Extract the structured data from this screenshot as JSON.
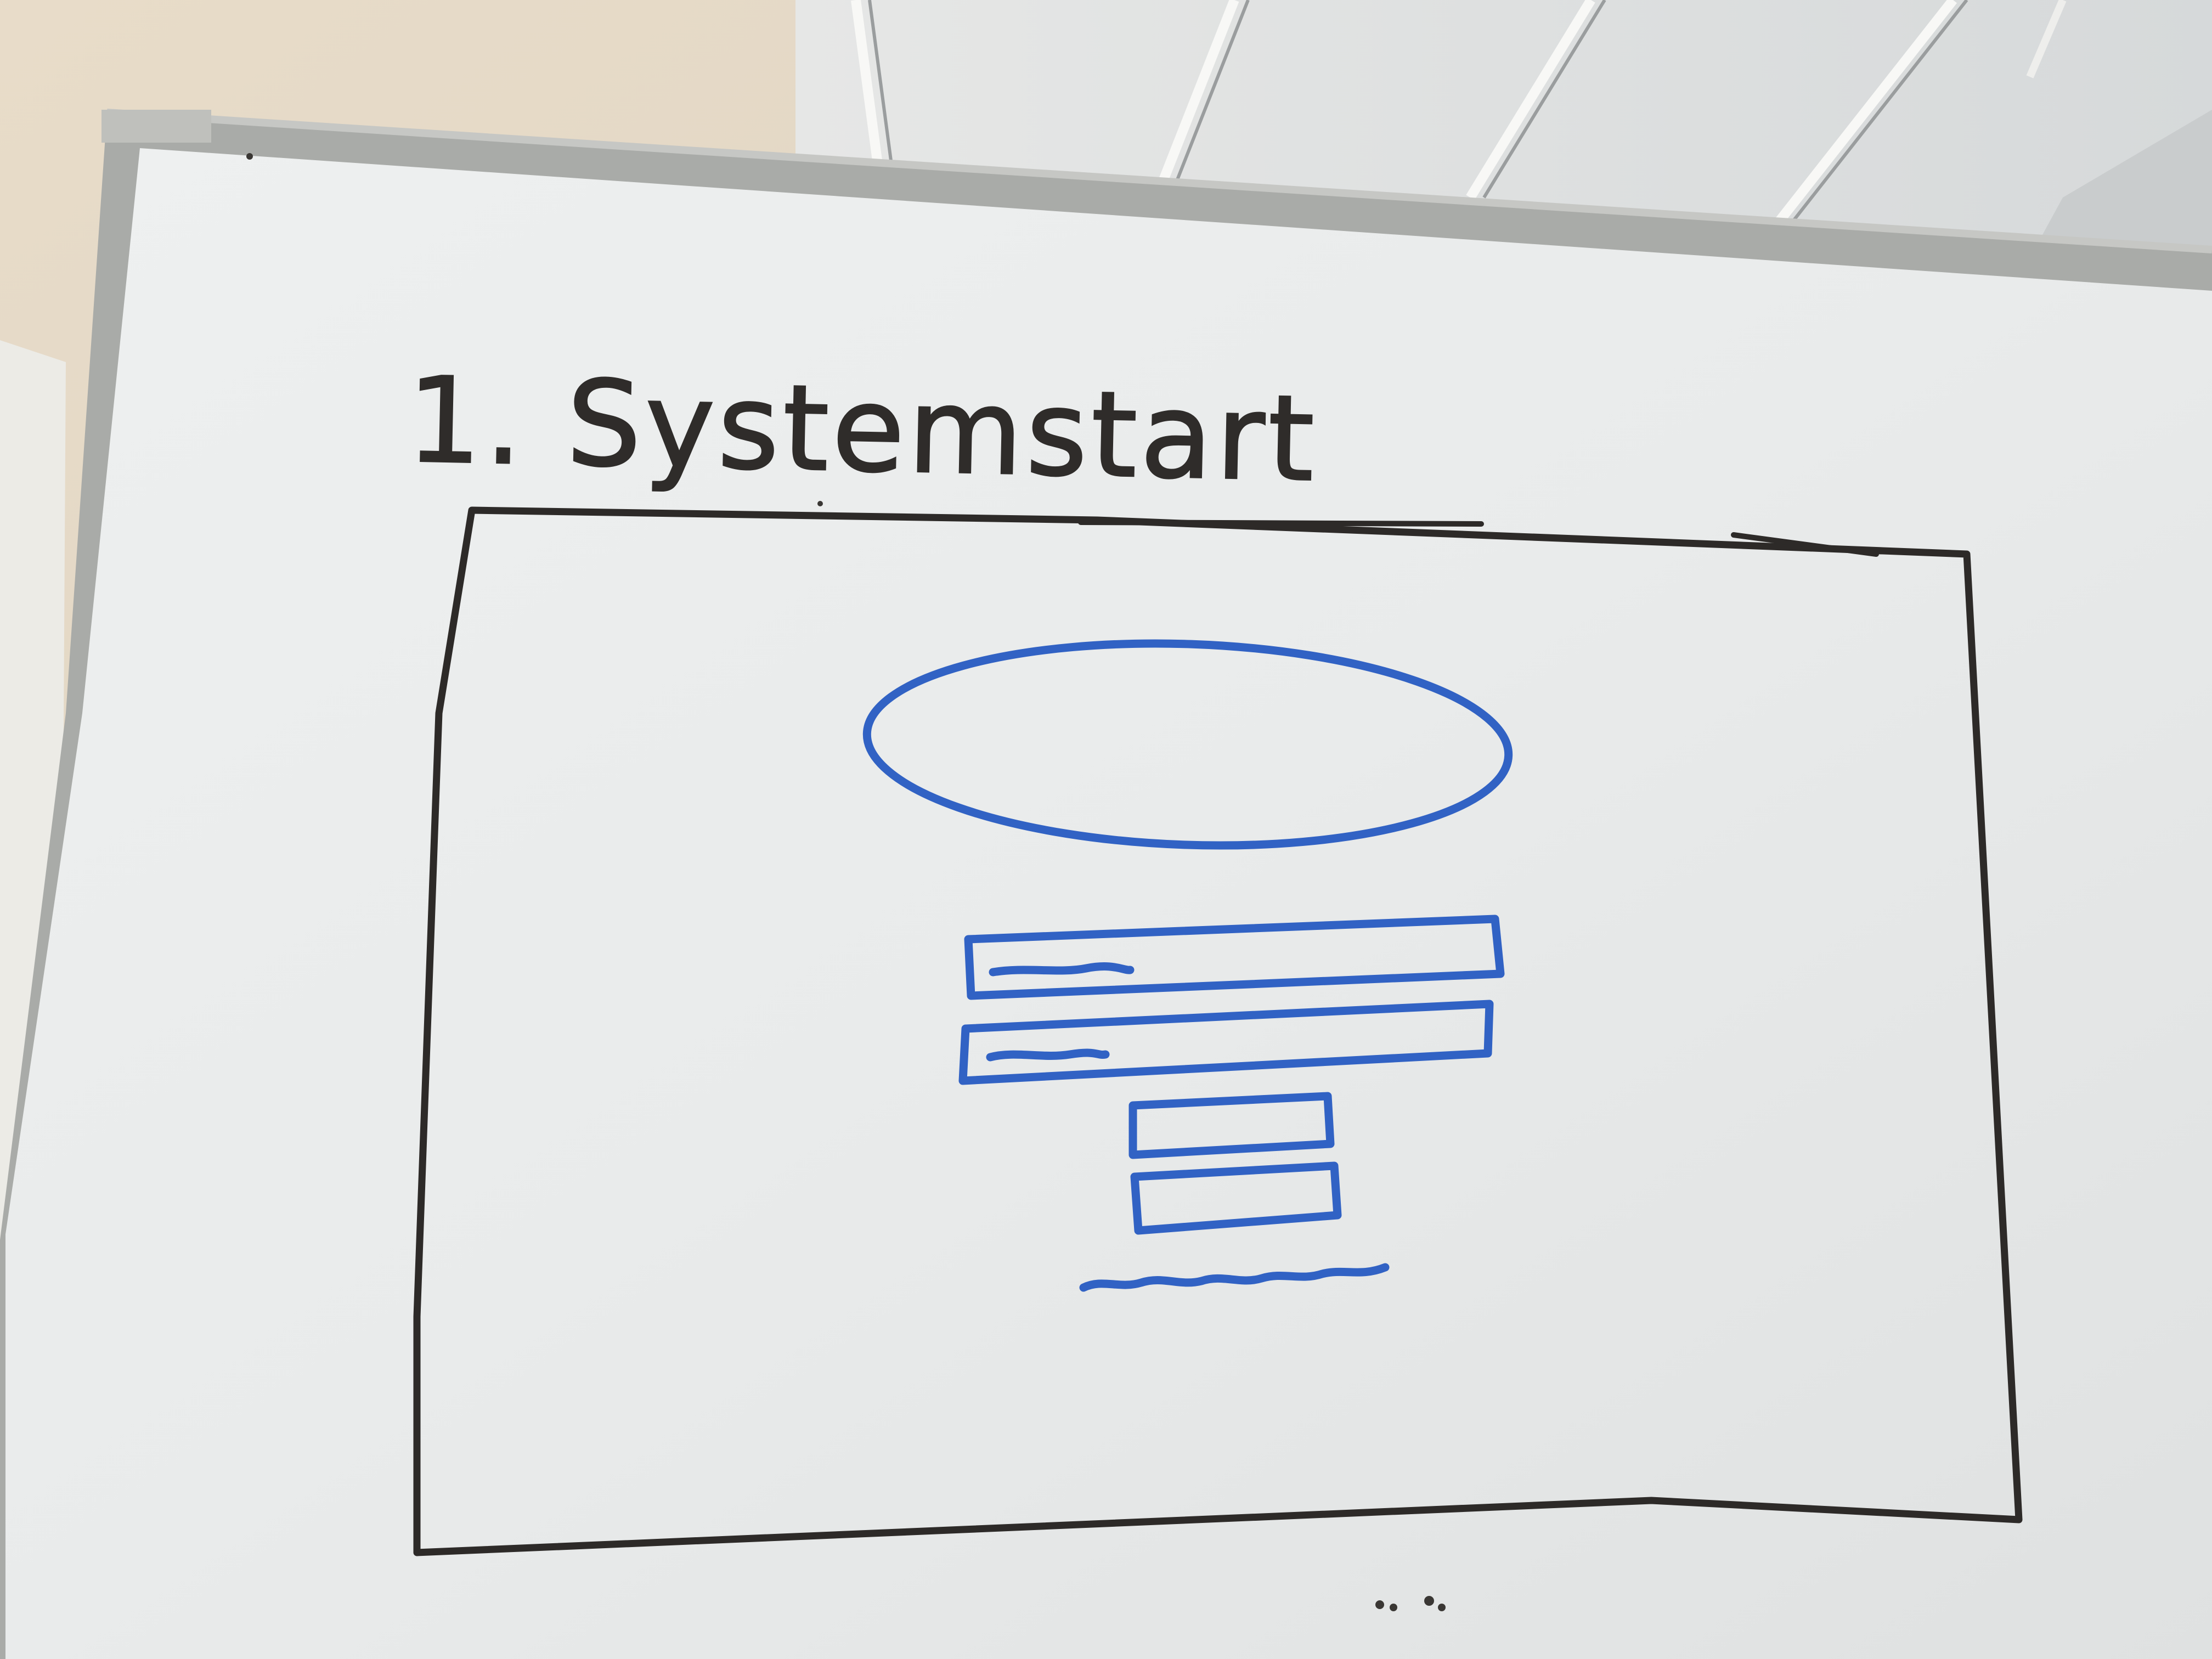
{
  "whiteboard": {
    "title": "1. Systemstart",
    "sketch": {
      "description_elements": [
        "logo-ellipse",
        "input-field",
        "input-field",
        "button",
        "button",
        "text-link"
      ]
    }
  },
  "colors": {
    "board": "#e8eaea",
    "frame": "#a9aba8",
    "marker_black": "#2d2a28",
    "marker_blue": "#3162c4",
    "ceiling": "#e1e3e3",
    "wall": "#e2d6c6"
  }
}
